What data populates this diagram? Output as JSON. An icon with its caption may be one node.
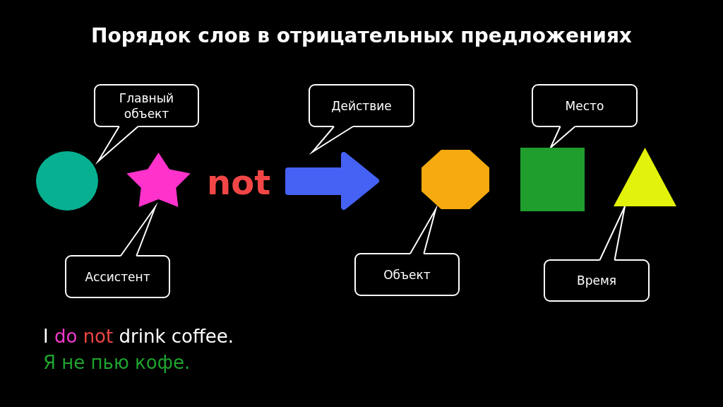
{
  "diagram": {
    "title": "Порядок слов в отрицательных предложениях",
    "nodes": [
      {
        "text": [
          "Главный объект"
        ]
      },
      {
        "text": [
          "Действие"
        ]
      },
      {
        "text": [
          "Место"
        ]
      },
      {
        "text": [],
        "shape": "circle"
      },
      {
        "text": [],
        "shape": "star"
      },
      {
        "text": [],
        "shape": "arrow"
      },
      {
        "text": [],
        "shape": "octagon"
      },
      {
        "text": [],
        "shape": "square"
      },
      {
        "text": [],
        "shape": "triangle"
      },
      {
        "text": [
          "Ассистент"
        ]
      },
      {
        "text": [
          "Объект"
        ]
      },
      {
        "text": [
          "Время"
        ]
      }
    ],
    "edges": [
      {
        "from": 0,
        "to": 3,
        "arrow": "none"
      },
      {
        "from": 1,
        "to": 5,
        "arrow": "none"
      },
      {
        "from": 2,
        "to": 7,
        "arrow": "none"
      },
      {
        "from": 9,
        "to": 4,
        "arrow": "none"
      },
      {
        "from": 10,
        "to": 6,
        "arrow": "none"
      },
      {
        "from": 11,
        "to": 8,
        "arrow": "none"
      }
    ],
    "labels": [
      "not",
      "I do not drink coffee.",
      "Я не пью кофе."
    ]
  }
}
